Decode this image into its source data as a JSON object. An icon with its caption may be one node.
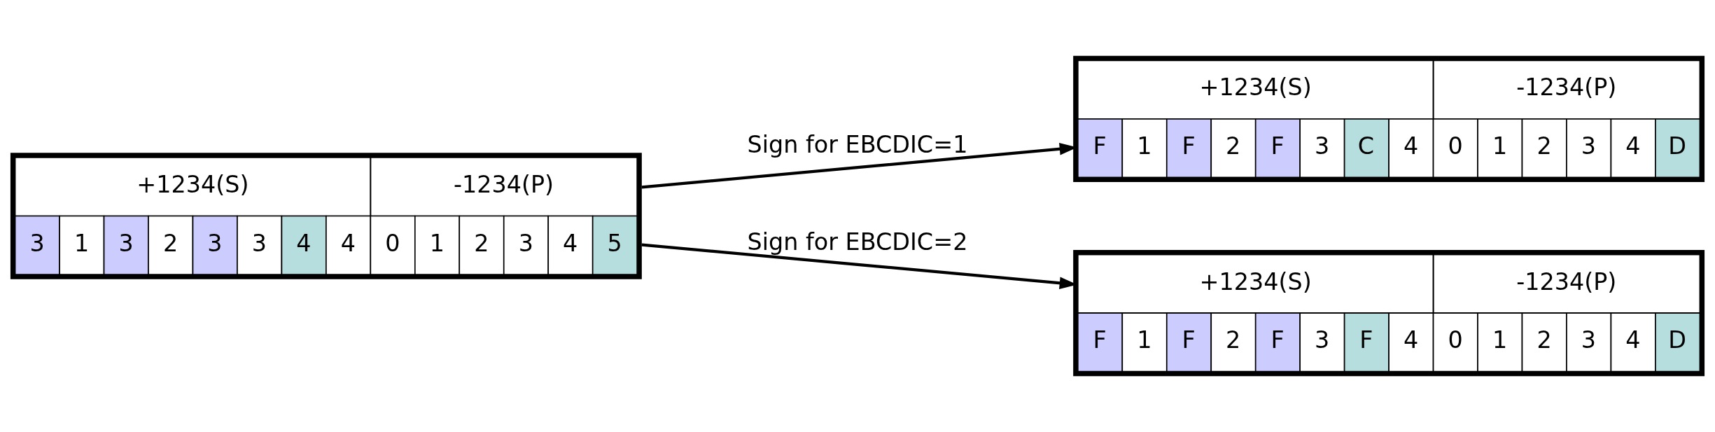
{
  "diagram": {
    "nodes": [
      {
        "text": [
          "+1234(S)",
          "-1234(P)",
          "3",
          "1",
          "3",
          "2",
          "3",
          "3",
          "4",
          "4",
          "0",
          "1",
          "2",
          "3",
          "4",
          "5"
        ]
      },
      {
        "text": [
          "+1234(S)",
          "-1234(P)",
          "F",
          "1",
          "F",
          "2",
          "F",
          "3",
          "C",
          "4",
          "0",
          "1",
          "2",
          "3",
          "4",
          "D"
        ]
      },
      {
        "text": [
          "+1234(S)",
          "-1234(P)",
          "F",
          "1",
          "F",
          "2",
          "F",
          "3",
          "F",
          "4",
          "0",
          "1",
          "2",
          "3",
          "4",
          "D"
        ]
      }
    ],
    "edges": [
      {
        "from": 0,
        "to": 1,
        "arrow": "to",
        "label": "Sign for EBCDIC=1"
      },
      {
        "from": 0,
        "to": 2,
        "arrow": "to",
        "label": "Sign for EBCDIC=2"
      }
    ]
  }
}
